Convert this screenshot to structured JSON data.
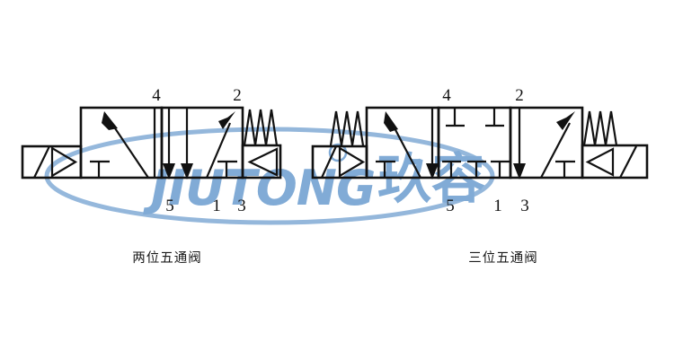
{
  "page": {
    "background_color": "#ffffff",
    "line_color": "#111111",
    "watermark_color": "#7ba7d4"
  },
  "watermark": {
    "latin_text": "JIUTONG",
    "cjk_text": "玖容",
    "shape": "ellipse-swoosh"
  },
  "diagrams": [
    {
      "id": "two-position-five-way",
      "caption": "两位五通阀",
      "positions": 2,
      "ports": 5,
      "left_actuator": "solenoid-with-pilot",
      "right_actuator": "spring-with-pilot",
      "top_port_labels": [
        "4",
        "2"
      ],
      "bottom_port_labels": [
        "5",
        "1",
        "3"
      ]
    },
    {
      "id": "three-position-five-way",
      "caption": "三位五通阀",
      "positions": 3,
      "ports": 5,
      "left_actuator": "solenoid-with-pilot-and-spring",
      "right_actuator": "solenoid-with-pilot-and-spring",
      "top_port_labels": [
        "4",
        "2"
      ],
      "bottom_port_labels": [
        "5",
        "1",
        "3"
      ]
    }
  ]
}
